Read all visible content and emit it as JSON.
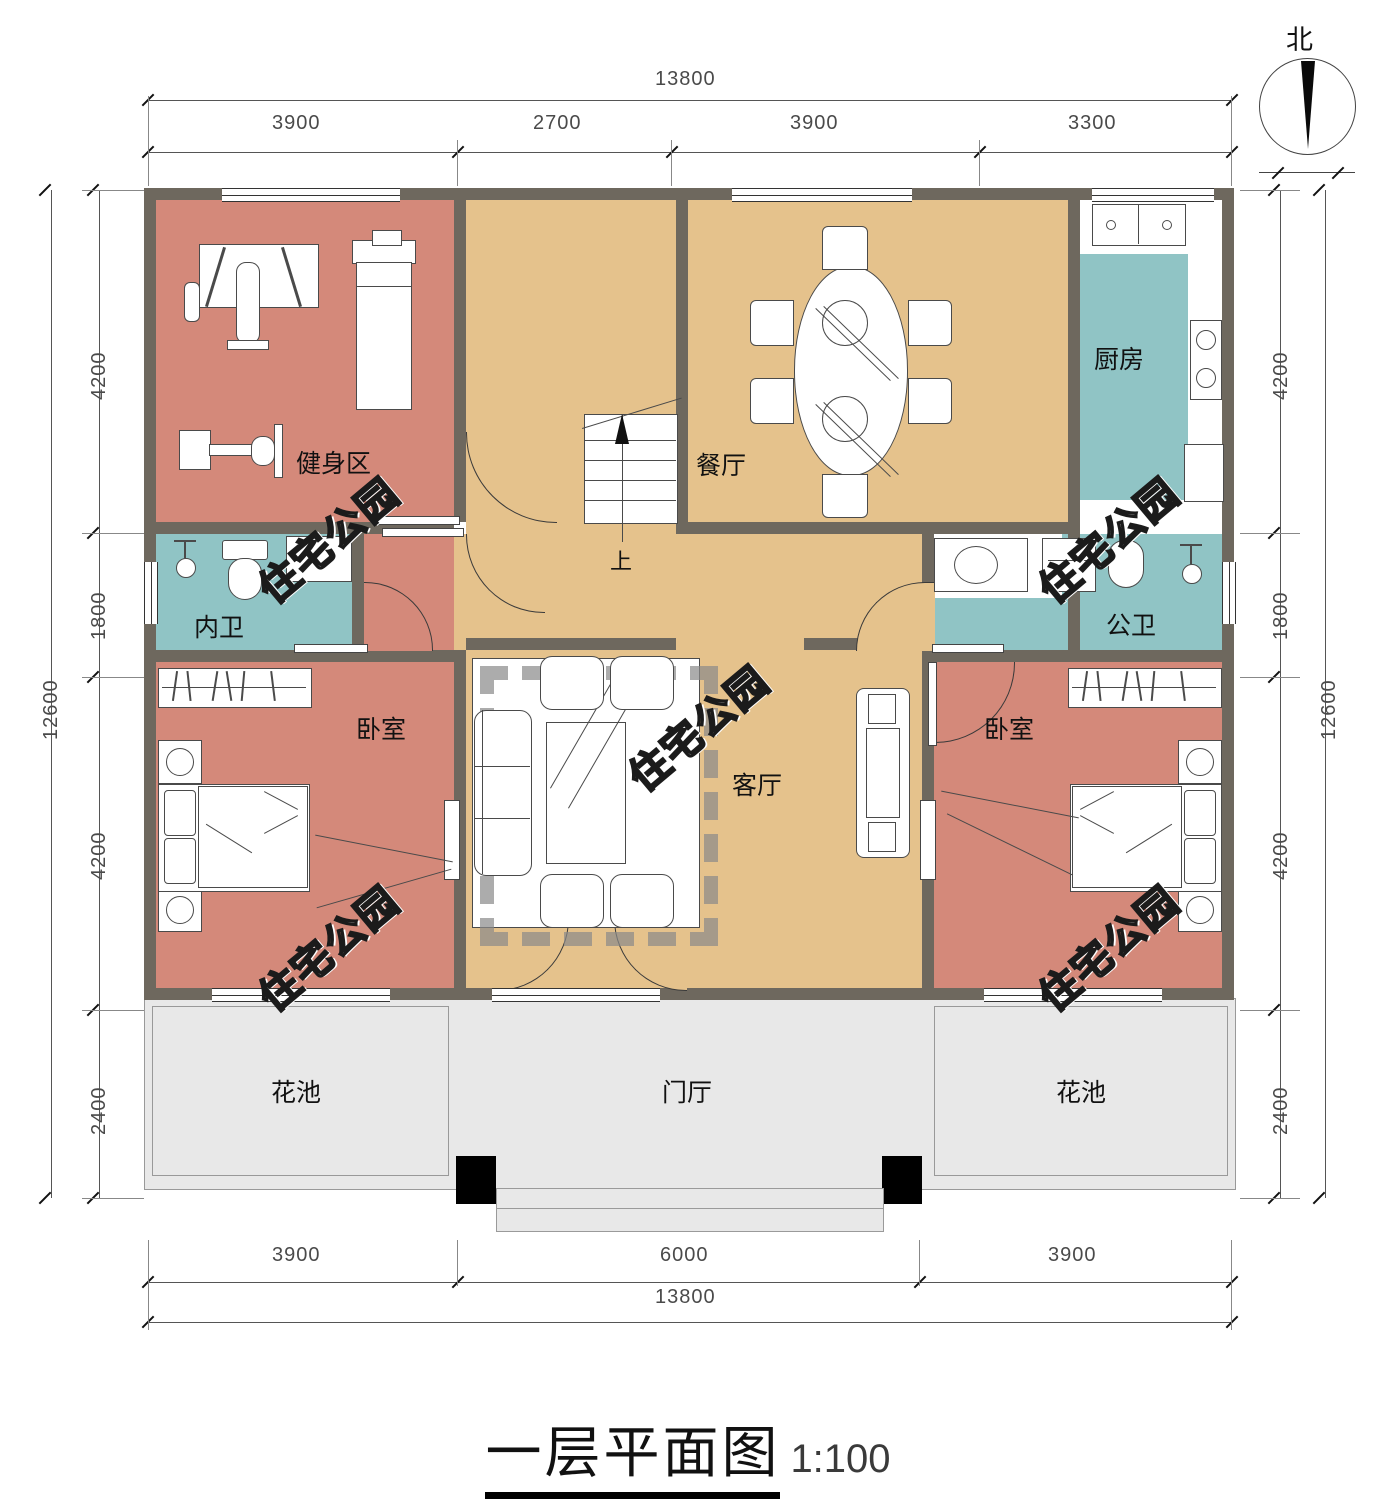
{
  "title": {
    "main": "一层平面图",
    "scale": "1:100"
  },
  "compass": {
    "north_label": "北",
    "icon": "compass-north-icon"
  },
  "dimensions": {
    "top": {
      "total": "13800",
      "segments": [
        "3900",
        "2700",
        "3900",
        "3300"
      ]
    },
    "bottom": {
      "total": "13800",
      "segments": [
        "3900",
        "6000",
        "3900"
      ]
    },
    "left": {
      "total": "12600",
      "segments": [
        "4200",
        "1800",
        "4200",
        "2400"
      ]
    },
    "right": {
      "total": "12600",
      "segments": [
        "4200",
        "1800",
        "4200",
        "2400"
      ]
    }
  },
  "rooms": {
    "fitness": "健身区",
    "inner_bath": "内卫",
    "bedroom_left": "卧室",
    "dining": "餐厅",
    "kitchen": "厨房",
    "public_bath": "公卫",
    "bedroom_right": "卧室",
    "living": "客厅",
    "flower_bed_left": "花池",
    "entry_hall": "门厅",
    "flower_bed_right": "花池"
  },
  "annotations": {
    "stairs_up": "上"
  },
  "watermark": {
    "text": "住宅公园"
  },
  "colors": {
    "bedroom_fill": "#d4897a",
    "wet_fill": "#90c4c5",
    "circulation_fill": "#e5c28c",
    "wall": "#6e685e",
    "terrace_fill": "#e8e8e8"
  }
}
